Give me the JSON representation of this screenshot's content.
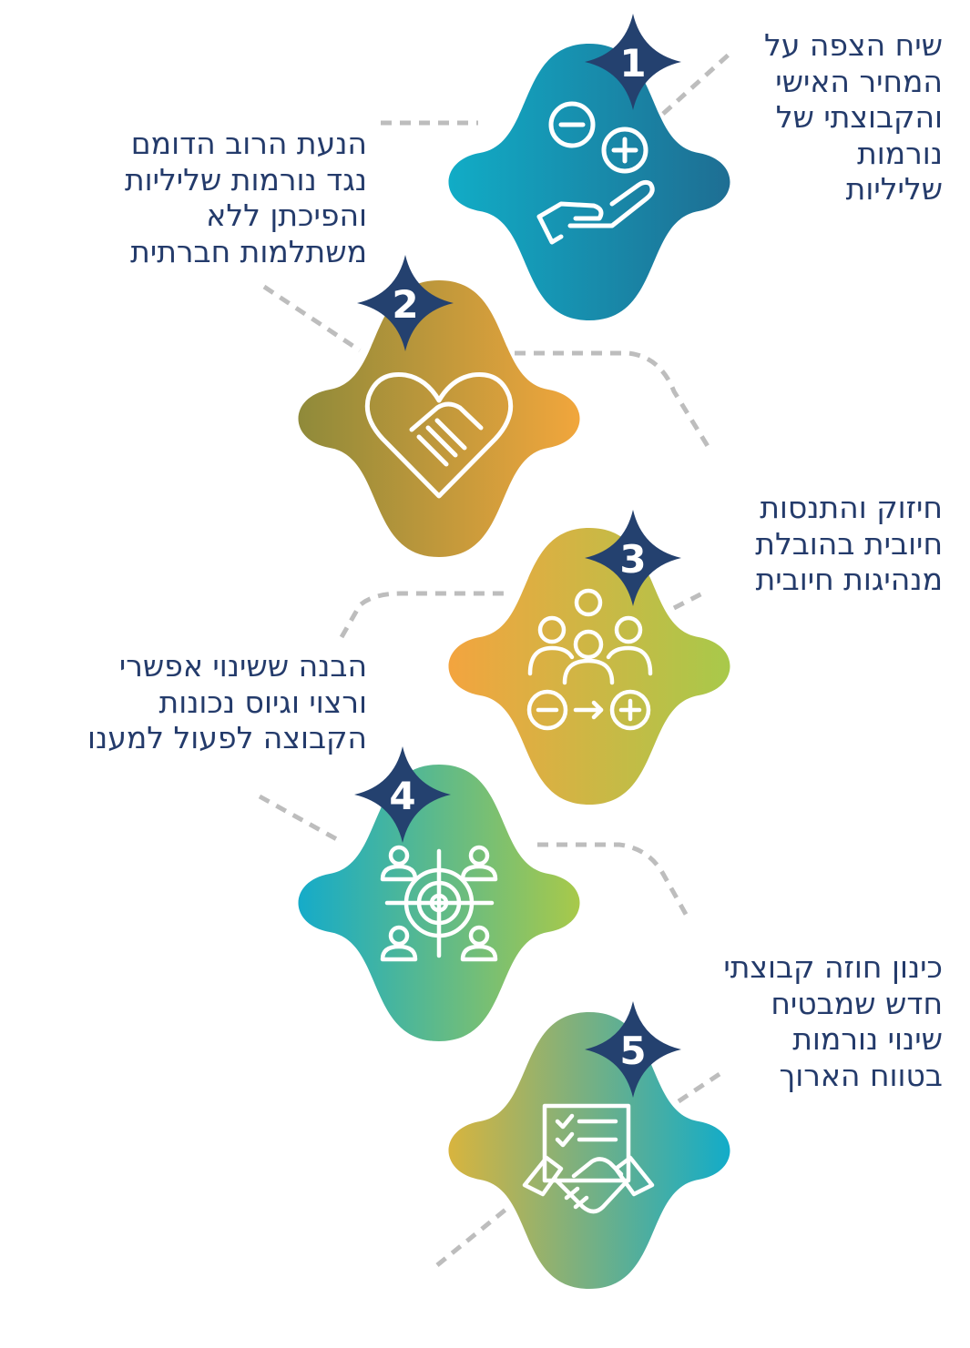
{
  "steps": [
    {
      "number": "1",
      "text": "שיח הצפה על\nהמחיר האישי\nוהקבוצתי של\nנורמות\nשליליות",
      "icon": "minus-plus-hand-icon",
      "gradient": [
        "#11acc6",
        "#1e6e93"
      ]
    },
    {
      "number": "2",
      "text": "הנעת הרוב הדומם\nנגד נורמות שליליות\nוהפיכתן ללא\nמשתלמות חברתית",
      "icon": "heart-handshake-icon",
      "gradient": [
        "#8f8a3a",
        "#f1a63c"
      ]
    },
    {
      "number": "3",
      "text": "חיזוק והתנסות\nחיובית בהובלת\nמנהיגות חיובית",
      "icon": "group-change-icon",
      "gradient": [
        "#f3a43f",
        "#a8c94a"
      ]
    },
    {
      "number": "4",
      "text": "הבנה ששינוי אפשרי\nורצוי וגיוס נכונות\nהקבוצה לפעול למענו",
      "icon": "target-people-icon",
      "gradient": [
        "#15abc9",
        "#a8c94a"
      ]
    },
    {
      "number": "5",
      "text": "כינון חוזה קבוצתי\nחדש שמבטיח\nשינוי נורמות\nבטווח הארוך",
      "icon": "contract-handshake-icon",
      "gradient": [
        "#d8b43e",
        "#12acc9"
      ]
    }
  ],
  "colors": {
    "text": "#243b6b",
    "badge": "#24416f",
    "connector": "#bdbdbd"
  }
}
